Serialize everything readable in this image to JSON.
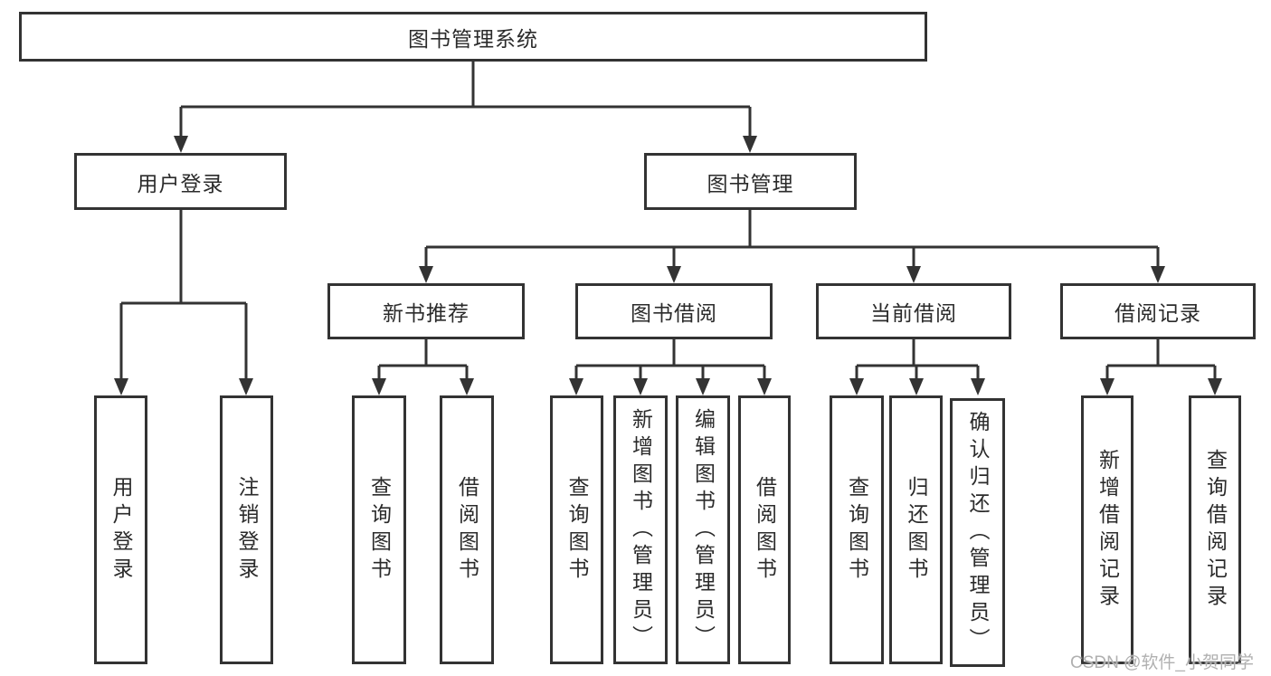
{
  "diagram_type": "hierarchy-tree",
  "colors": {
    "line": "#333333",
    "box_border": "#333333",
    "box_fill": "#ffffff",
    "text": "#2b2b2b",
    "watermark": "#b0b0b0",
    "background": "#ffffff"
  },
  "tree": {
    "label": "图书管理系统",
    "children": [
      {
        "label": "用户登录",
        "children": [
          {
            "label": "用户登录"
          },
          {
            "label": "注销登录"
          }
        ]
      },
      {
        "label": "图书管理",
        "children": [
          {
            "label": "新书推荐",
            "children": [
              {
                "label": "查询图书"
              },
              {
                "label": "借阅图书"
              }
            ]
          },
          {
            "label": "图书借阅",
            "children": [
              {
                "label": "查询图书"
              },
              {
                "label": "新增图书（管理员）"
              },
              {
                "label": "编辑图书（管理员）"
              },
              {
                "label": "借阅图书"
              }
            ]
          },
          {
            "label": "当前借阅",
            "children": [
              {
                "label": "查询图书"
              },
              {
                "label": "归还图书"
              },
              {
                "label": "确认归还（管理员）"
              }
            ]
          },
          {
            "label": "借阅记录",
            "children": [
              {
                "label": "新增借阅记录"
              },
              {
                "label": "查询借阅记录"
              }
            ]
          }
        ]
      }
    ]
  },
  "watermark": {
    "text": "CSDN @软件_小贺同学"
  }
}
